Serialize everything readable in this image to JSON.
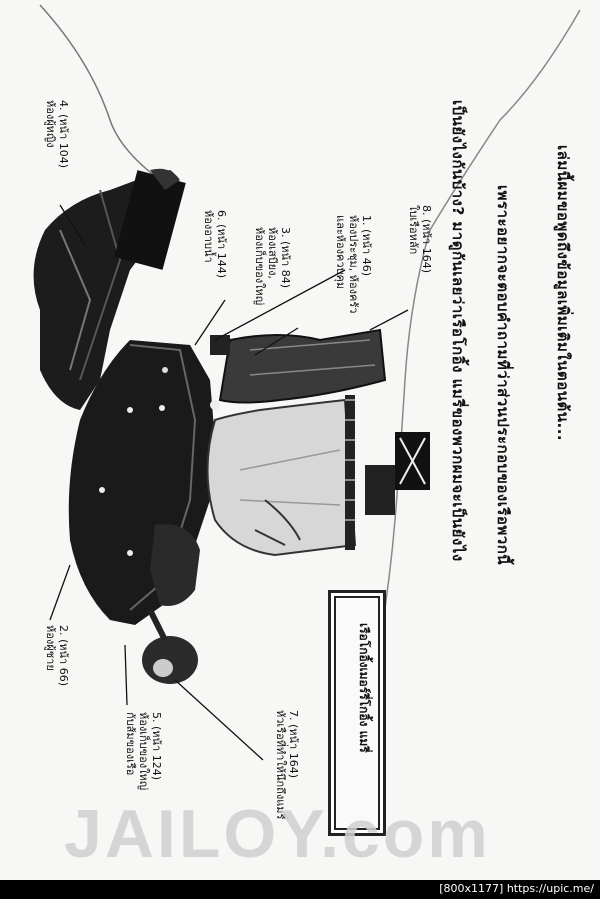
{
  "header": {
    "line1": "เล่มนี้ผมขอพูดถึงข้อมูลเพิ่มเติมในตอนต้น...",
    "line2": "เพราะอยากจะตอบคำถามที่ว่าส่วนประกอบของเรือพวกนี้",
    "line3": "เป็นยังไงกันบ้าง? มาดูกันเลยว่าเรือโกอิ้ง แมรี่ของพวกผมจะเป็นยังไง"
  },
  "labels": {
    "l8": {
      "num": "8. (หน้า 164)",
      "name": "ใบเรือหลัก"
    },
    "l1": {
      "num": "1. (หน้า 46)",
      "name": "ห้องประชุม, ห้องครัว",
      "name2": "และห้องควบคุม"
    },
    "l3": {
      "num": "3. (หน้า 84)",
      "name": "ห้องเสบียง,",
      "name2": "ห้องเก็บของใหญ่"
    },
    "l6": {
      "num": "6. (หน้า 144)",
      "name": "ห้องอาบน้ำ"
    },
    "l4": {
      "num": "4. (หน้า 104)",
      "name": "ห้องผู้หญิง"
    },
    "l2": {
      "num": "2. (หน้า 66)",
      "name": "ห้องผู้ชาย"
    },
    "l5": {
      "num": "5. (หน้า 124)",
      "name": "ห้องเก็บของใหญ่",
      "name2": "กับส้มของเรือ"
    },
    "l7": {
      "num": "7. (หน้า 164)",
      "name": "หัวเรือที่ทำให้นึกถึงแมรี่"
    }
  },
  "box": {
    "text": "เรือโกอิ้งเมอร์รี่โกอิ้ง แมรี่"
  },
  "watermark": "JAILOY.com",
  "footer": "[800x1177] https://upic.me/"
}
